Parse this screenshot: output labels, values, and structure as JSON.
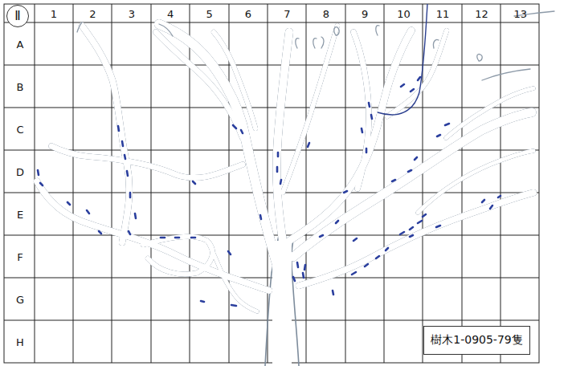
{
  "diagram": {
    "nodes": [
      {
        "text": [
          "Ⅱ"
        ]
      },
      {
        "text": [
          "樹木1-0905-79隻"
        ]
      }
    ],
    "labels": [
      "1",
      "2",
      "3",
      "4",
      "5",
      "6",
      "7",
      "8",
      "9",
      "10",
      "11",
      "12",
      "13",
      "A",
      "B",
      "C",
      "D",
      "E",
      "F",
      "G",
      "H"
    ]
  }
}
